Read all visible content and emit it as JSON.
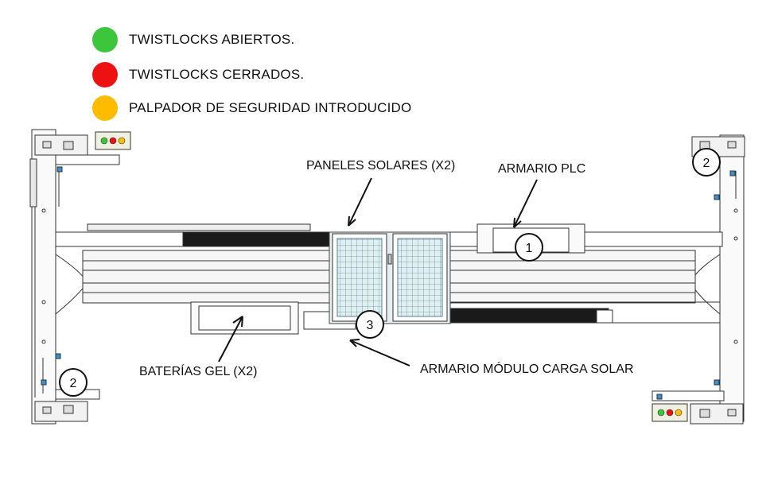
{
  "legend": [
    {
      "label": "TWISTLOCKS ABIERTOS.",
      "color": "#3cc63c"
    },
    {
      "label": "TWISTLOCKS CERRADOS.",
      "color": "#ee1111"
    },
    {
      "label": "PALPADOR DE SEGURIDAD INTRODUCIDO",
      "color": "#ffbb00"
    }
  ],
  "labels": {
    "paneles": "PANELES SOLARES (X2)",
    "plc": "ARMARIO PLC",
    "baterias": "BATERÍAS GEL (X2)",
    "carga": "ARMARIO MÓDULO CARGA SOLAR"
  },
  "markers": {
    "plc": "1",
    "corner_top_right": "2",
    "corner_bottom_left": "2",
    "charge_module": "3"
  },
  "indicator_colors": [
    "#3cc63c",
    "#ee1111",
    "#ffbb00"
  ]
}
